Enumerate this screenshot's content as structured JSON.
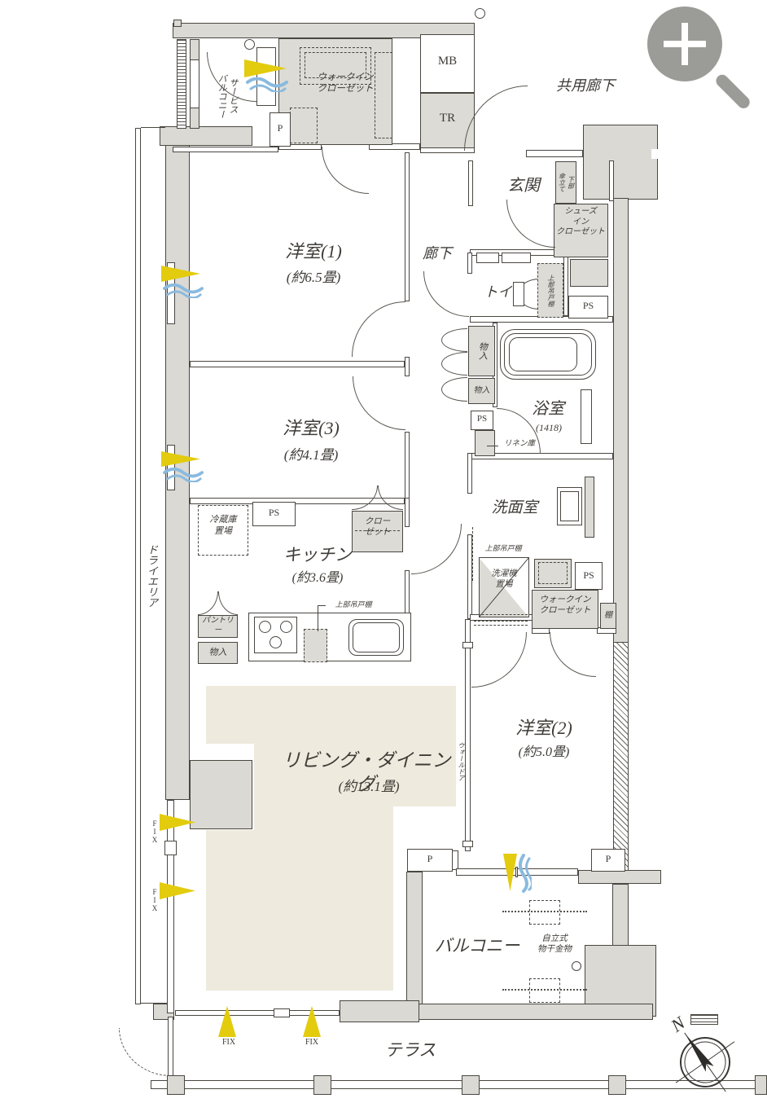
{
  "labels": {
    "common_corridor": "共用廊下",
    "service_balcony": "サービス\nバルコニー",
    "wic": "ウォークイン\nクローゼット",
    "p": "P",
    "mb": "MB",
    "tr": "TR",
    "entrance": "玄関",
    "umbrella_stand": "傘立て",
    "lower_part": "下部",
    "shoes_closet": "シューズ\nイン\nクローゼット",
    "room1": "洋室(1)",
    "room1_size": "(約6.5畳)",
    "hallway": "廊下",
    "toilet": "トイレ",
    "upper_cabinet": "上部吊戸棚",
    "ps": "PS",
    "storage": "物入",
    "bath": "浴室",
    "bath_size": "(1418)",
    "linen": "リネン庫",
    "room3": "洋室(3)",
    "room3_size": "(約4.1畳)",
    "washroom": "洗面室",
    "washer": "洗濯機\n置場",
    "shelf": "棚",
    "fridge": "冷蔵庫\n置場",
    "closet": "クロー\nゼット",
    "kitchen": "キッチン",
    "kitchen_size": "(約3.6畳)",
    "pantry": "パントリー",
    "dry_area": "ドライエリア",
    "living": "リビング・ダイニング",
    "living_size": "(約13.1畳)",
    "wall_door": "ウォールドア",
    "room2": "洋室(2)",
    "room2_size": "(約5.0畳)",
    "balcony": "バルコニー",
    "laundry_pole": "自立式\n物干金物",
    "fix": "FIX",
    "terrace": "テラス",
    "north": "N"
  },
  "colors": {
    "wall_outline": "#4a4741",
    "wall_fill": "#dad9d3",
    "floor_beige": "#eeeade",
    "accent_yellow": "#e3cb0e",
    "accent_blue": "#8abadf",
    "zoom_icon_gray": "#9b9b97"
  }
}
